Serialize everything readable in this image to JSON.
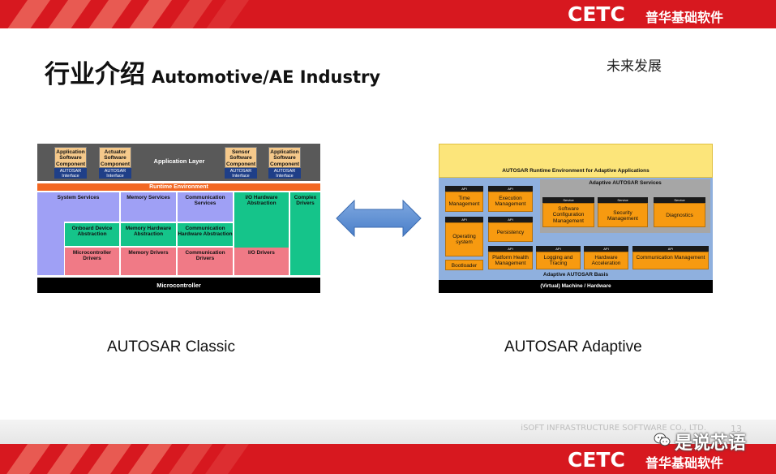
{
  "header": {
    "logo_text": "CETC",
    "logo_sub": "普华基础软件",
    "title_cn": "行业介绍",
    "title_en": "Automotive/AE Industry",
    "future_label": "未来发展"
  },
  "classic": {
    "app_components": [
      {
        "title": "Application Software Component",
        "iface": "AUTOSAR Interface"
      },
      {
        "title": "Actuator Software Component",
        "iface": "AUTOSAR Interface"
      },
      {
        "title": "Sensor Software Component",
        "iface": "AUTOSAR Interface"
      },
      {
        "title": "Application Software Component",
        "iface": "AUTOSAR Interface"
      }
    ],
    "application_layer": "Application Layer",
    "rte": "Runtime Environment",
    "system_services": "System Services",
    "memory_services": "Memory Services",
    "communication_services": "Communication Services",
    "io_hw_abstraction": "I/O Hardware Abstraction",
    "complex_drivers": "Complex Drivers",
    "onboard_device_abstraction": "Onboard Device Abstraction",
    "memory_hw_abstraction": "Memory Hardware Abstraction",
    "communication_hw_abstraction": "Communication Hardware Abstraction",
    "microcontroller_drivers": "Microcontroller Drivers",
    "memory_drivers": "Memory Drivers",
    "communication_drivers": "Communication Drivers",
    "io_drivers": "I/O Drivers",
    "microcontroller": "Microcontroller",
    "caption": "AUTOSAR Classic"
  },
  "adaptive": {
    "ara_rte": "AUTOSAR Runtime Environment for Adaptive Applications",
    "services_title": "Adaptive AUTOSAR Services",
    "api": "API",
    "service": "Service",
    "time_management": "Time Management",
    "execution_management": "Execution Management",
    "operating_system": "Operating system",
    "persistency": "Persistency",
    "bootloader": "Bootloader",
    "software_config": "Software Configuration Management",
    "security_management": "Security Management",
    "diagnostics": "Diagnostics",
    "platform_health": "Platform Health Management",
    "logging": "Logging and Tracing",
    "hw_acceleration": "Hardware Acceleration",
    "comm_management": "Communication Management",
    "basis": "Adaptive AUTOSAR Basis",
    "machine": "(Virtual) Machine / Hardware",
    "caption": "AUTOSAR Adaptive"
  },
  "footer": {
    "company": "iSOFT INFRASTRUCTURE SOFTWARE CO., LTD.",
    "page": "13",
    "watermark": "是说芯语"
  }
}
